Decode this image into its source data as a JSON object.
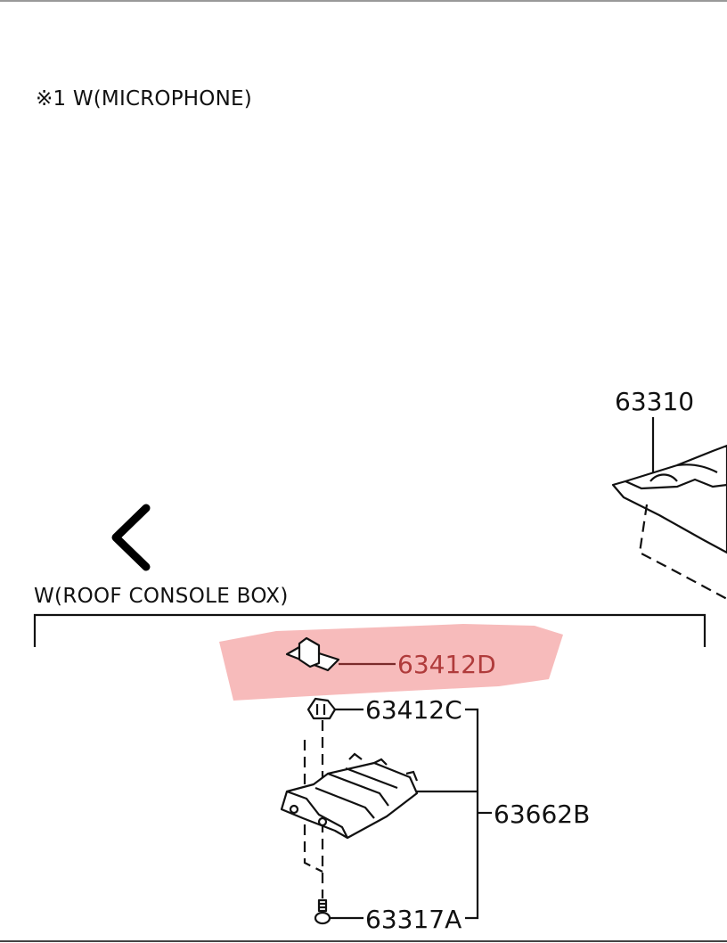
{
  "header_note": "※1 W(MICROPHONE)",
  "section_title": "W(ROOF CONSOLE BOX)",
  "navigation": {
    "back_icon": "chevron-left-icon"
  },
  "highlight_color": "#f4a4a4",
  "parts": {
    "p63310": "63310",
    "p63412D": "63412D",
    "p63412C": "63412C",
    "p63662B": "63662B",
    "p63317A": "63317A"
  }
}
